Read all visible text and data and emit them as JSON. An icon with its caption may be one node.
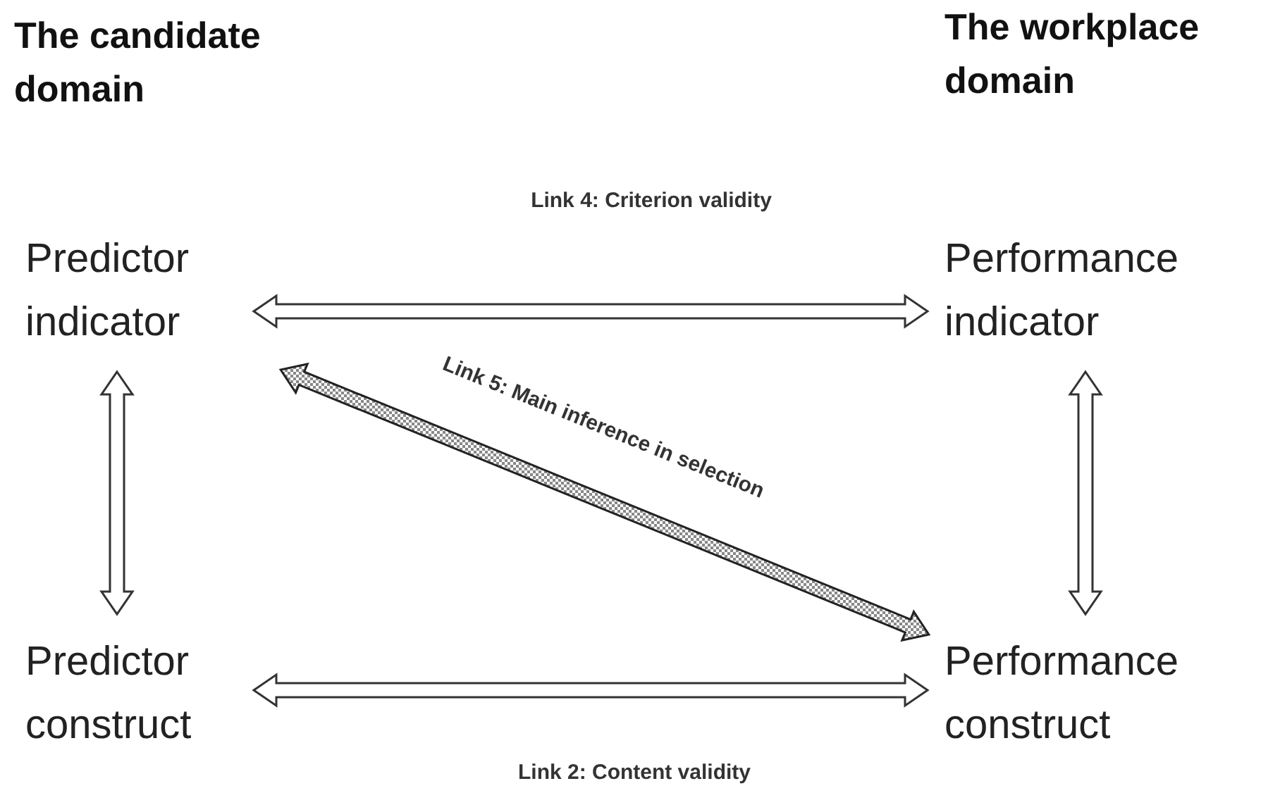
{
  "diagram": {
    "nodes": [
      {
        "text": [
          "Predictor indicator"
        ]
      },
      {
        "text": [
          "Performance indicator"
        ]
      },
      {
        "text": [
          "Predictor construct"
        ]
      },
      {
        "text": [
          "Performance construct"
        ]
      }
    ],
    "edges": [
      {
        "from": 0,
        "to": 1,
        "arrow": "both",
        "label": "Link 4: Criterion validity"
      },
      {
        "from": 0,
        "to": 2,
        "arrow": "both"
      },
      {
        "from": 1,
        "to": 3,
        "arrow": "both"
      },
      {
        "from": 3,
        "to": 0,
        "arrow": "both",
        "style": "thick",
        "label": "Link 5: Main inference in selection"
      },
      {
        "from": 2,
        "to": 3,
        "arrow": "both",
        "label": "Link 2: Content validity"
      }
    ],
    "labels": [
      "The candidate domain",
      "The workplace domain"
    ]
  }
}
